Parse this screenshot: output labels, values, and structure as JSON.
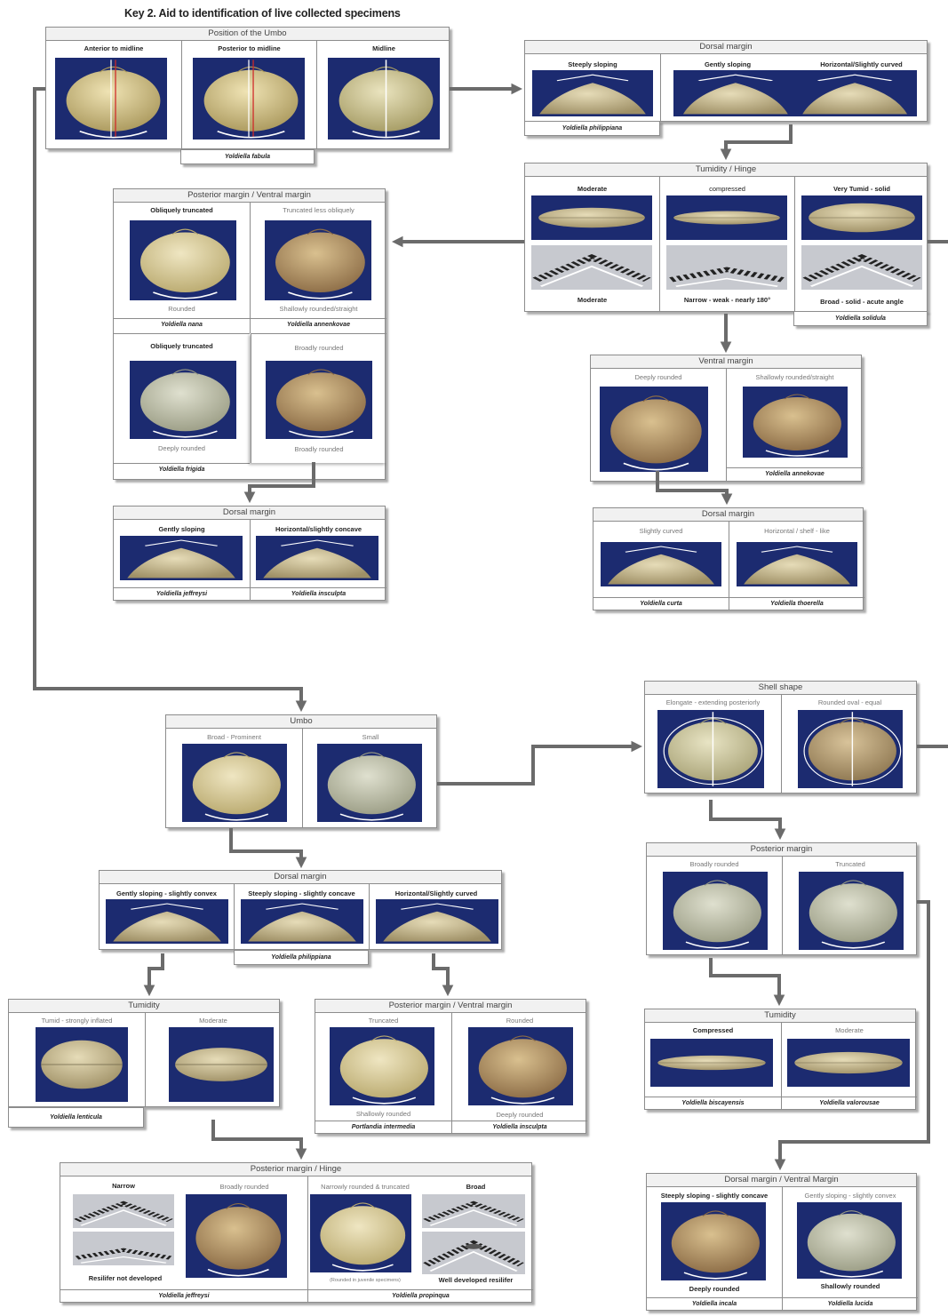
{
  "title": "Key 2.  Aid to identification of live collected specimens",
  "colors": {
    "photo_bg": "#1c2b70",
    "arrow": "#6b6b6b",
    "border": "#8c8c8c"
  },
  "umbo_position": {
    "header": "Position of the Umbo",
    "c1": "Anterior to midline",
    "c2": "Posterior to midline",
    "c3": "Midline",
    "sp": "Yoldiella fabula"
  },
  "dorsal_a": {
    "header": "Dorsal margin",
    "c1": "Steeply sloping",
    "c2": "Gently sloping",
    "c3": "Horizontal/Slightly curved",
    "sp": "Yoldiella philippiana"
  },
  "tumidity_hinge": {
    "header": "Tumidity / Hinge",
    "c1": "Moderate",
    "c2": "compressed",
    "c3": "Very Tumid - solid",
    "b1": "Moderate",
    "b2": "Narrow - weak - nearly 180°",
    "b3": "Broad - solid - acute angle",
    "sp": "Yoldiella solidula"
  },
  "pvm": {
    "header": "Posterior margin / Ventral margin",
    "tl_top": "Obliquely truncated",
    "tl_bot": "Rounded",
    "tl_sp": "Yoldiella nana",
    "tr_top": "Truncated less obliquely",
    "tr_bot": "Shallowly rounded/straight",
    "tr_sp": "Yoldiella annenkovae",
    "bl_top": "Obliquely truncated",
    "bl_bot": "Deeply rounded",
    "bl_sp": "Yoldiella frigida",
    "br_top": "Broadly rounded",
    "br_bot": "Broadly rounded"
  },
  "ventral": {
    "header": "Ventral margin",
    "c1": "Deeply rounded",
    "c2": "Shallowly rounded/straight",
    "sp": "Yoldiella annekovae"
  },
  "dorsal_b": {
    "header": "Dorsal margin",
    "c1": "Gently sloping",
    "c2": "Horizontal/slightly concave",
    "sp1": "Yoldiella jeffreysi",
    "sp2": "Yoldiella insculpta"
  },
  "dorsal_c": {
    "header": "Dorsal margin",
    "c1": "Slightly curved",
    "c2": "Horizontal / shelf - like",
    "sp1": "Yoldiella curta",
    "sp2": "Yoldiella thoerella"
  },
  "umbo": {
    "header": "Umbo",
    "c1": "Broad - Prominent",
    "c2": "Small"
  },
  "shell_shape": {
    "header": "Shell shape",
    "c1": "Elongate - extending posteriorly",
    "c2": "Rounded oval - equal"
  },
  "dorsal_d": {
    "header": "Dorsal margin",
    "c1": "Gently sloping - slightly convex",
    "c2": "Steeply sloping - slightly concave",
    "c3": "Horizontal/Slightly curved",
    "sp": "Yoldiella philippiana"
  },
  "posterior": {
    "header": "Posterior margin",
    "c1": "Broadly rounded",
    "c2": "Truncated"
  },
  "tumidity_a": {
    "header": "Tumidity",
    "c1": "Tumid - strongly inflated",
    "c2": "Moderate",
    "sp": "Yoldiella lenticula"
  },
  "pvm_b": {
    "header": "Posterior margin / Ventral margin",
    "c1": "Truncated",
    "c2": "Rounded",
    "b1": "Shallowly rounded",
    "b2": "Deeply rounded",
    "sp1": "Portlandia intermedia",
    "sp2": "Yoldiella insculpta"
  },
  "tumidity_b": {
    "header": "Tumidity",
    "c1": "Compressed",
    "c2": "Moderate",
    "sp1": "Yoldiella biscayensis",
    "sp2": "Yoldiella valorousae"
  },
  "ph": {
    "header": "Posterior margin / Hinge",
    "c1": "Narrow",
    "c2": "Broadly rounded",
    "c3": "Narrowly rounded & truncated",
    "c4": "Broad",
    "b1": "Resilifer not developed",
    "b3": "(Rounded in juvenile specimens)",
    "b4": "Well developed resilifer",
    "sp1": "Yoldiella jeffreysi",
    "sp2": "Yoldiella propinqua"
  },
  "dvm": {
    "header": "Dorsal margin / Ventral Margin",
    "c1": "Steeply sloping - slightly concave",
    "c2": "Gently sloping - slightly convex",
    "b1": "Deeply rounded",
    "b2": "Shallowly rounded",
    "sp1": "Yoldiella incala",
    "sp2": "Yoldiella lucida"
  }
}
